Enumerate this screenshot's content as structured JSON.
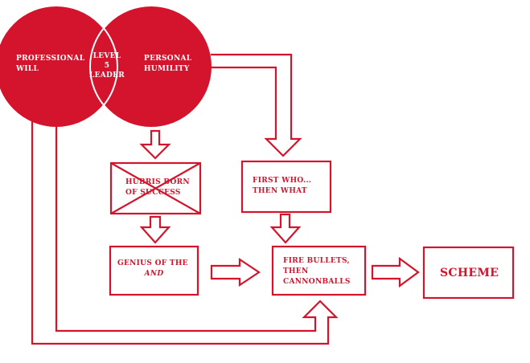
{
  "colors": {
    "red": "#d3142c",
    "white": "#ffffff"
  },
  "venn": {
    "left_label_1": "PROFESSIONAL",
    "left_label_2": "WILL",
    "center_label_1": "LEVEL",
    "center_label_2": "5",
    "center_label_3": "LEADER",
    "right_label_1": "PERSONAL",
    "right_label_2": "HUMILITY"
  },
  "boxes": {
    "hubris_line_1": "HUBRIS BORN",
    "hubris_line_2": "OF SUCCESS",
    "first_who_line_1": "FIRST WHO...",
    "first_who_line_2": "THEN WHAT",
    "genius_line_1": "GENIUS OF THE",
    "genius_line_2": "AND",
    "fire_line_1": "FIRE BULLETS,",
    "fire_line_2": "THEN",
    "fire_line_3": "CANNONBALLS",
    "scheme": "SCHEME"
  }
}
